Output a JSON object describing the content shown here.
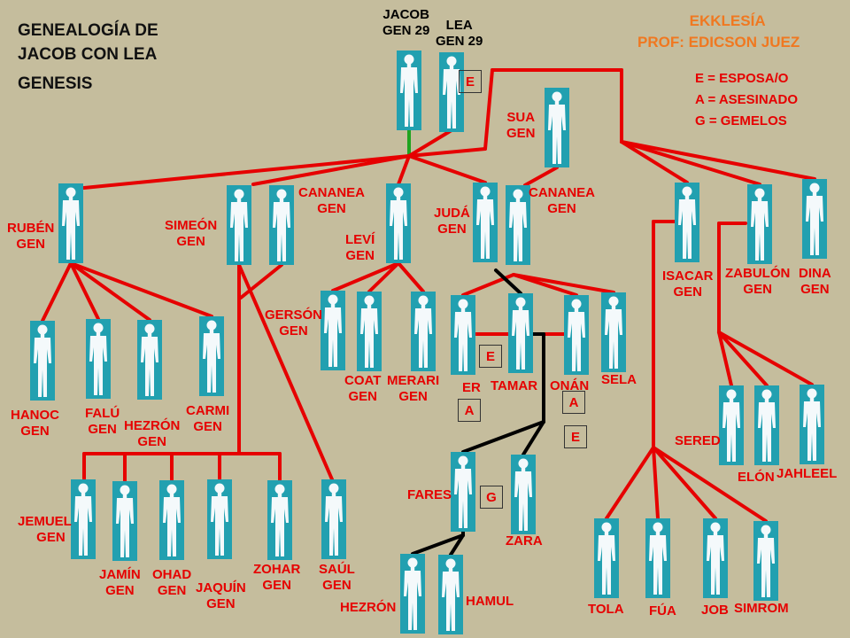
{
  "title": {
    "line1": "GENEALOGÍA DE",
    "line2": "JACOB CON LEA",
    "line3": "GENESIS"
  },
  "credits": {
    "line1": "EKKLESÍA",
    "line2": "PROF: EDICSON JUEZ"
  },
  "legend": {
    "e": "E = ESPOSA/O",
    "a": "A = ASESINADO",
    "g": "G = GEMELOS"
  },
  "colors": {
    "background": "#c5bd9d",
    "kin_line": "#e60000",
    "tamar_line": "#000000",
    "marriage_line": "#1fa31f",
    "figure_panel": "#22a0b0",
    "figure": "#f4f9fb",
    "label": "#e60000",
    "accent": "#f07820"
  },
  "icon": "person-silhouette-icon",
  "people": {
    "jacob": {
      "name": "JACOB",
      "ref": "GEN 29"
    },
    "lea": {
      "name": "LEA",
      "ref": "GEN 29"
    },
    "sua": {
      "name": "SUA",
      "ref": "GEN"
    },
    "ruben": {
      "name": "RUBÉN",
      "ref": "GEN"
    },
    "simeon": {
      "name": "SIMEÓN",
      "ref": "GEN"
    },
    "cananea1": {
      "name": "CANANEA",
      "ref": "GEN"
    },
    "levi": {
      "name": "LEVÍ",
      "ref": "GEN"
    },
    "juda": {
      "name": "JUDÁ",
      "ref": "GEN"
    },
    "cananea2": {
      "name": "CANANEA",
      "ref": "GEN"
    },
    "isacar": {
      "name": "ISACAR",
      "ref": "GEN"
    },
    "zabulon": {
      "name": "ZABULÓN",
      "ref": "GEN"
    },
    "dina": {
      "name": "DINA",
      "ref": "GEN"
    },
    "hanoc": {
      "name": "HANOC",
      "ref": "GEN"
    },
    "falu": {
      "name": "FALÚ",
      "ref": "GEN"
    },
    "hezron_r": {
      "name": "HEZRÓN",
      "ref": "GEN"
    },
    "carmi": {
      "name": "CARMI",
      "ref": "GEN"
    },
    "gerson": {
      "name": "GERSÓN",
      "ref": "GEN"
    },
    "coat": {
      "name": "COAT",
      "ref": "GEN"
    },
    "merari": {
      "name": "MERARI",
      "ref": "GEN"
    },
    "er": {
      "name": "ER"
    },
    "tamar": {
      "name": "TAMAR"
    },
    "onan": {
      "name": "ONÁN"
    },
    "sela": {
      "name": "SELA"
    },
    "jemuel": {
      "name": "JEMUEL",
      "ref": "GEN"
    },
    "jamin": {
      "name": "JAMÍN",
      "ref": "GEN"
    },
    "ohad": {
      "name": "OHAD",
      "ref": "GEN"
    },
    "jaquin": {
      "name": "JAQUÍN",
      "ref": "GEN"
    },
    "zohar": {
      "name": "ZOHAR",
      "ref": "GEN"
    },
    "saul": {
      "name": "SAÚL",
      "ref": "GEN"
    },
    "fares": {
      "name": "FARES"
    },
    "zara": {
      "name": "ZARA"
    },
    "hezron_f": {
      "name": "HEZRÓN"
    },
    "hamul": {
      "name": "HAMUL"
    },
    "sered": {
      "name": "SERED"
    },
    "elon": {
      "name": "ELÓN"
    },
    "jahleel": {
      "name": "JAHLEEL"
    },
    "tola": {
      "name": "TOLA"
    },
    "fua": {
      "name": "FÚA"
    },
    "job": {
      "name": "JOB"
    },
    "simrom": {
      "name": "SIMROM"
    }
  },
  "marks": {
    "lea_wife": "E",
    "tamar_wife": "E",
    "onan_wife": "E",
    "er_killed": "A",
    "onan_killed": "A",
    "twins": "G"
  }
}
